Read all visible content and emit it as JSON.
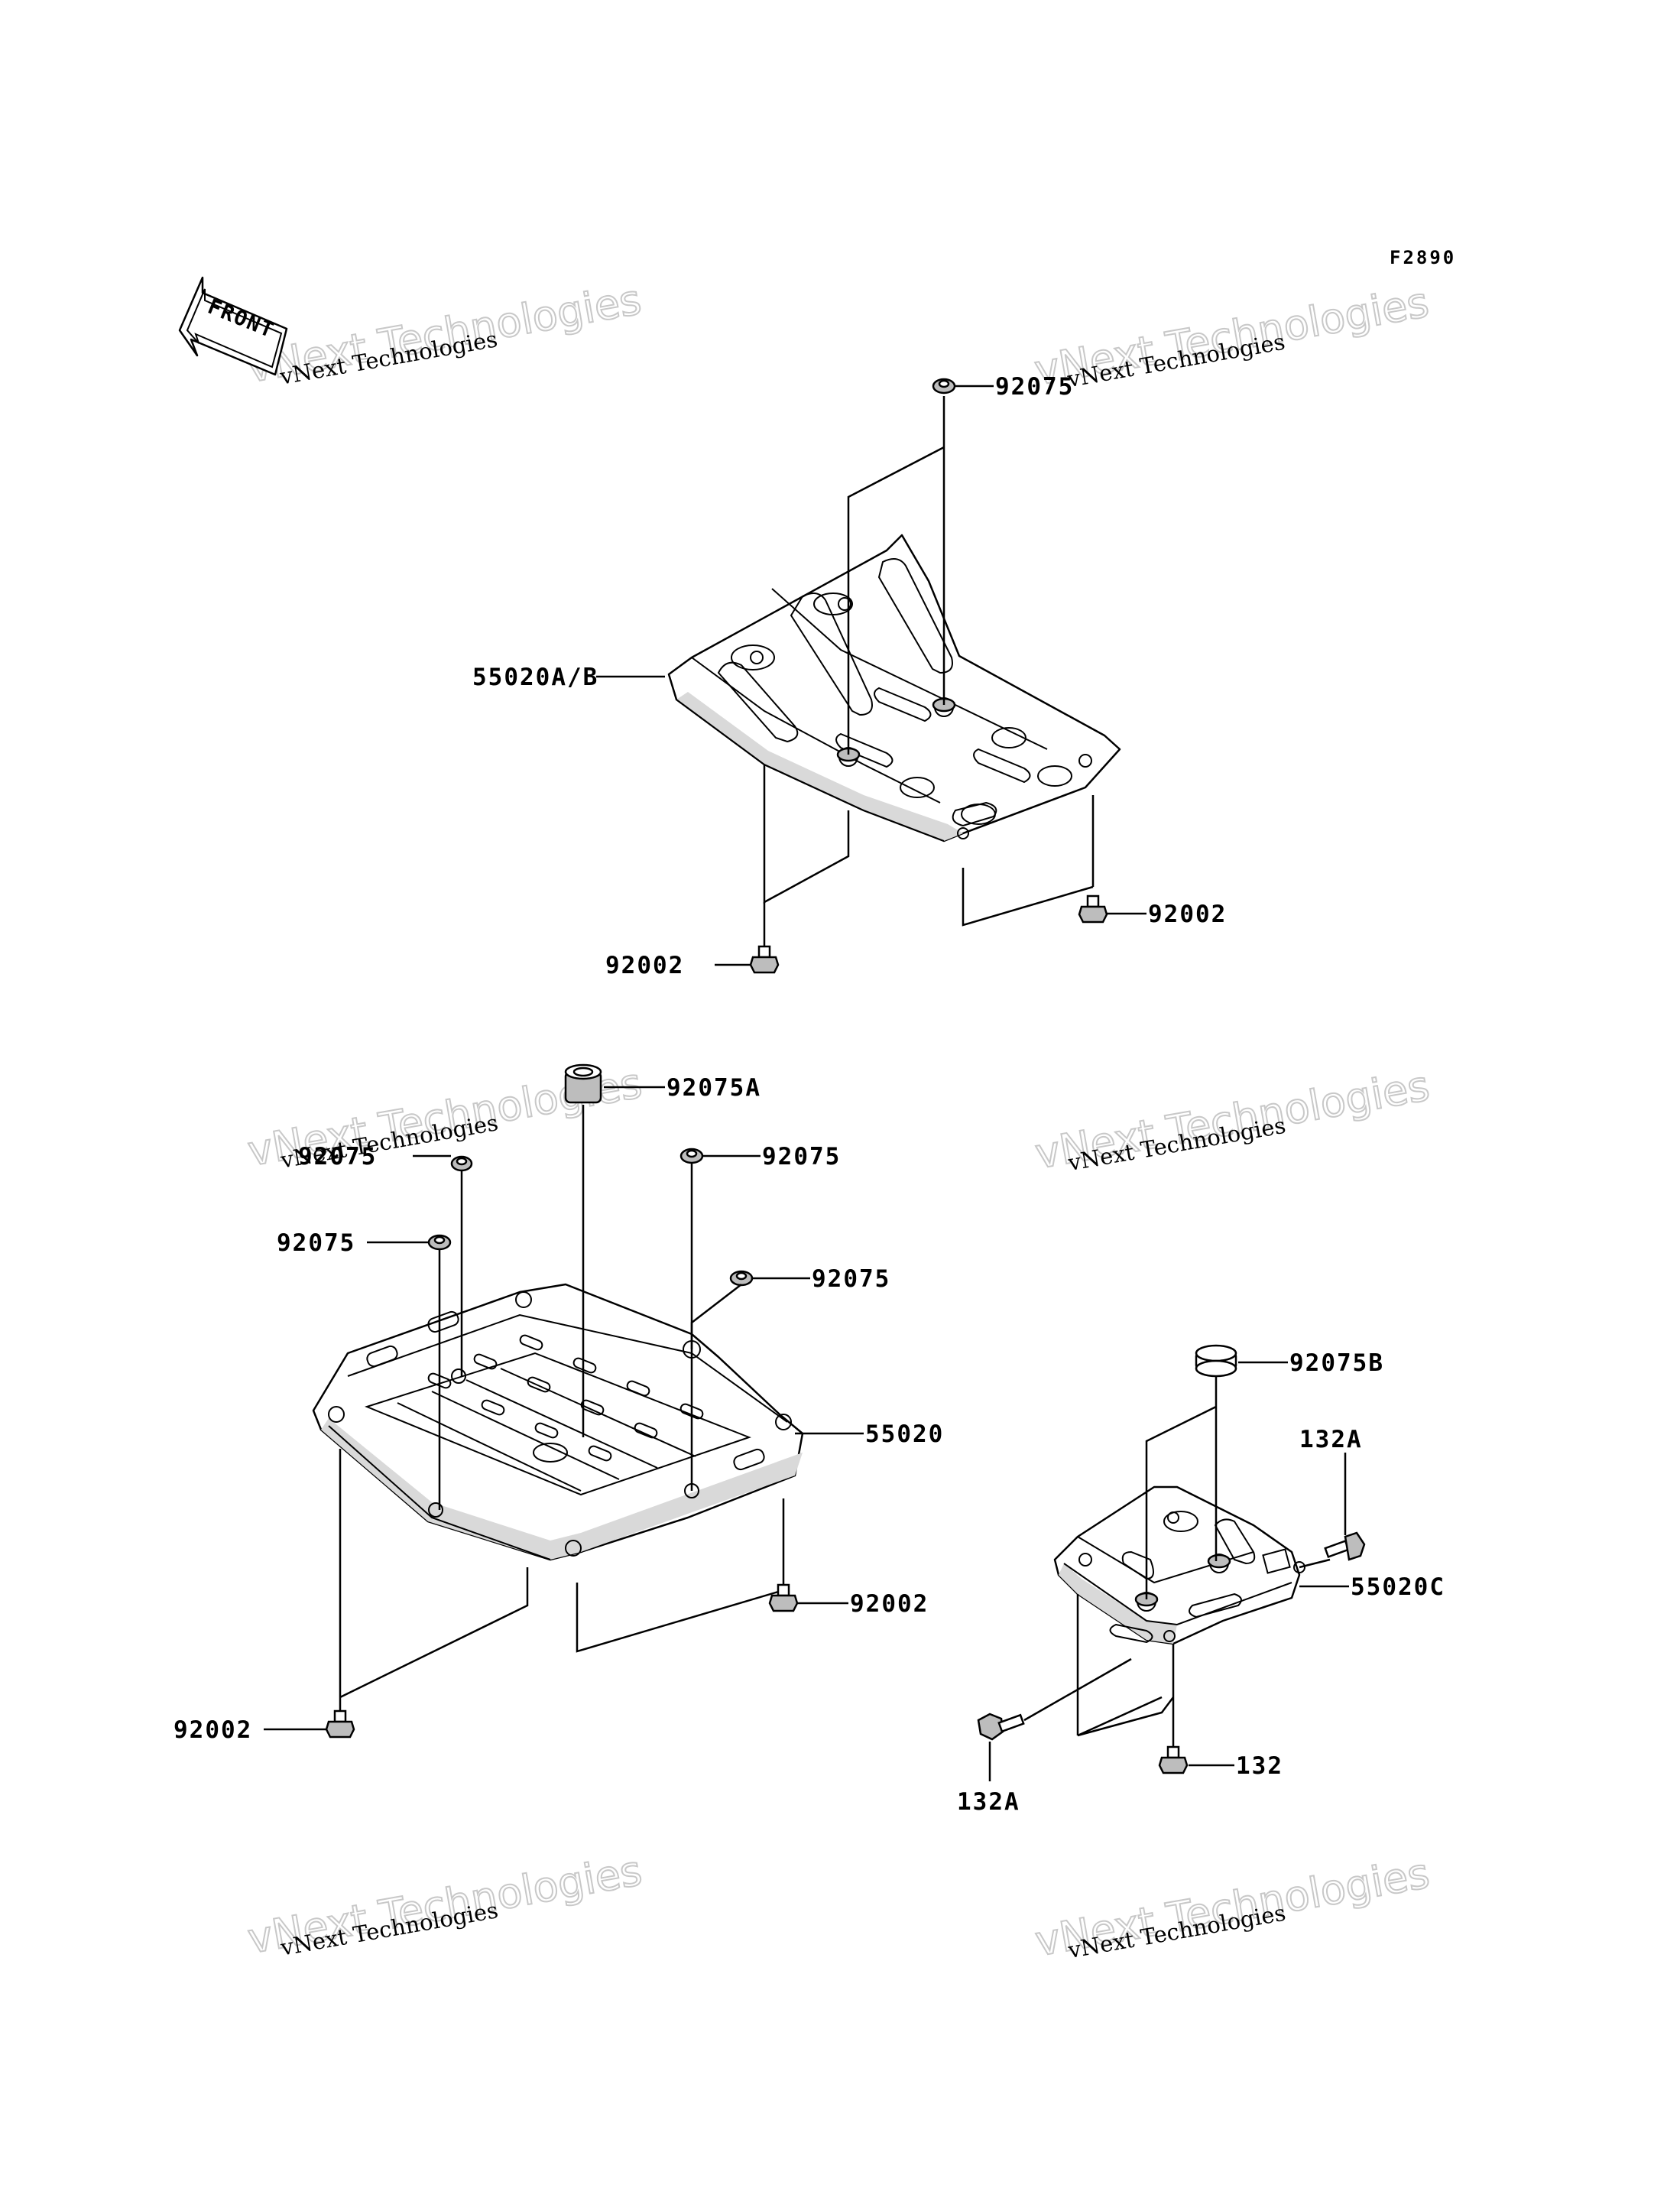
{
  "figure_code": "F2890",
  "front_label": "FRONT",
  "watermark": {
    "line1": "vNext Technologies",
    "line2": "vNext Technologies"
  },
  "callouts": {
    "top_washer": "92075",
    "top_guard": "55020A/B",
    "top_bolt_right": "92002",
    "top_bolt_left": "92002",
    "mid_collar": "92075A",
    "mid_washer_top_left": "92075",
    "mid_washer_top_right": "92075",
    "mid_washer_left": "92075",
    "mid_washer_right": "92075",
    "mid_guard": "55020",
    "mid_bolt_right": "92002",
    "mid_bolt_left": "92002",
    "right_cap": "92075B",
    "right_bolt_top": "132A",
    "right_guard": "55020C",
    "right_bolt_bottom": "132",
    "right_bolt_left": "132A"
  }
}
